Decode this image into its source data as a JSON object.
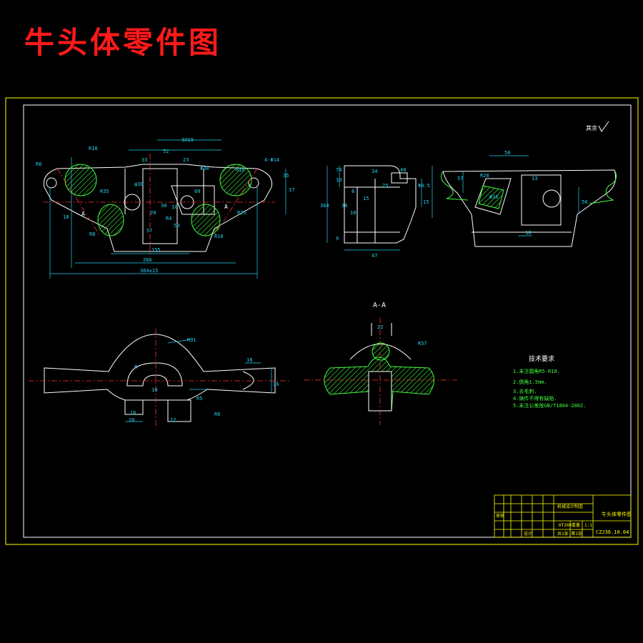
{
  "title": "牛头体零件图",
  "section_label": "A-A",
  "roughness_mark": "其余",
  "cut_marks": [
    "A",
    "A"
  ],
  "dimensions": {
    "front": [
      "R6",
      "R18",
      "R35",
      "R25",
      "R8",
      "R18",
      "R18",
      "φ30",
      "Φ30",
      "60",
      "33",
      "52",
      "23",
      "30",
      "20",
      "10",
      "50",
      "57",
      "R4",
      "3X19",
      "4-Φ14",
      "35",
      "37",
      "18",
      "155",
      "266",
      "364±15"
    ],
    "side": [
      "74",
      "10",
      "34",
      "8",
      "15",
      "25",
      "10",
      "36",
      "364",
      "40",
      "9",
      "47",
      "Φ8.5",
      "15"
    ],
    "right": [
      "50",
      "R20",
      "Φ16",
      "50",
      "57",
      "18",
      "13"
    ],
    "top": [
      "R31",
      "R",
      "10",
      "R5",
      "18",
      "16",
      "20",
      "22",
      "R6",
      "36"
    ],
    "section": [
      "22",
      "R57"
    ]
  },
  "notes": {
    "heading": "技术要求",
    "items": [
      "1.未注圆角R5-R10.",
      "2.倒角1.5mm.",
      "3.去毛刺.",
      "4.铸件不得有缺陷.",
      "5.未注公差按GB/T1804-2002."
    ]
  },
  "title_block": {
    "part_name": "牛头体零件图",
    "drawing_number": "CZJ36.10.04",
    "scale": "1:1",
    "company": "机械设计制造",
    "material": "HT200",
    "sheet": "共1张 第1张",
    "review": "审核",
    "weight": "重量",
    "drawn": "设计"
  },
  "colors": {
    "title": "#ff1a1a",
    "border": "#ffff00",
    "outline": "#ffffff",
    "dimension": "#22d3ee",
    "hatch": "#40ff40",
    "center": "#ff3030"
  }
}
